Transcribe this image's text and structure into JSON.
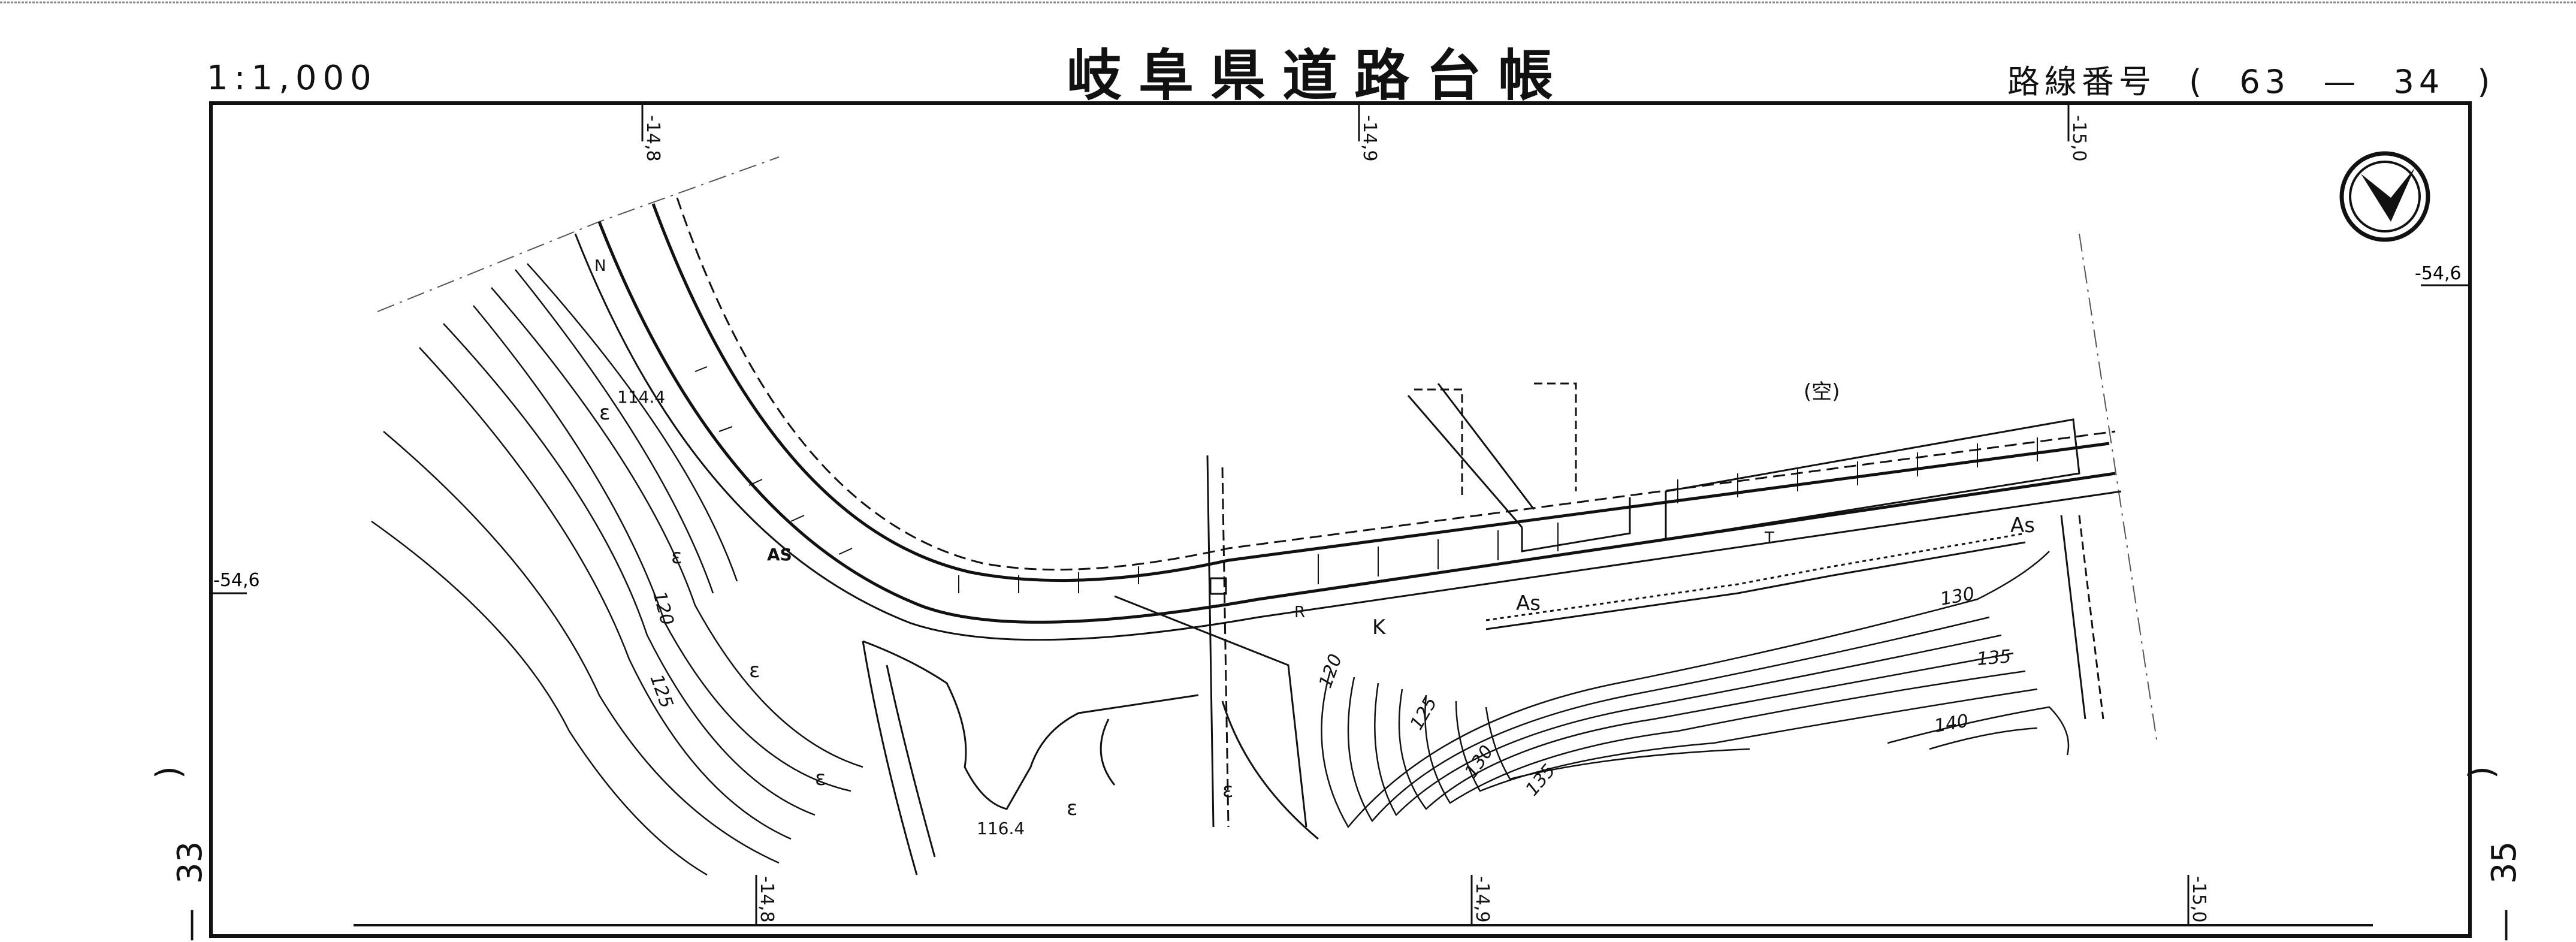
{
  "header": {
    "title": "岐阜県道路台帳",
    "scale": "1:1,000",
    "route_label": "路線番号",
    "route_open": "(",
    "route_major": "63",
    "route_dash": "—",
    "route_minor": "34",
    "route_close": ")"
  },
  "grid": {
    "top_ticks": [
      "-14,8",
      "-14,9",
      "-15,0"
    ],
    "bottom_ticks": [
      "-14,8",
      "-14,9",
      "-15,0"
    ],
    "left_tick": "-54,6",
    "right_tick": "-54,6"
  },
  "sheets": {
    "left_bracket": ")",
    "left_number": "33",
    "left_dash": "—",
    "right_bracket": ")",
    "right_number": "35",
    "right_dash": "—"
  },
  "map_labels": {
    "vacant": "(空)",
    "spot_height_1": "114.4",
    "spot_height_2": "116.4",
    "road_as_1": "AS",
    "road_as_2": "As",
    "road_as_3": "As",
    "road_k": "K",
    "road_t": "T",
    "retaining_r": "R",
    "slope_n": "N"
  },
  "contours": [
    "120",
    "125",
    "120",
    "125",
    "130",
    "135",
    "130",
    "135",
    "140"
  ],
  "north_arrow": "north-arrow"
}
